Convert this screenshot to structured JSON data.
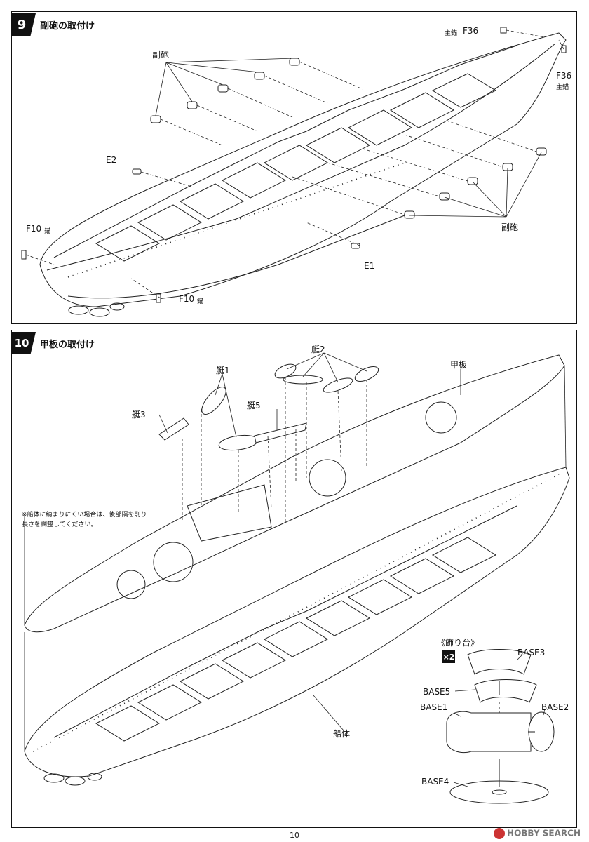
{
  "step9": {
    "number": "9",
    "title": "副砲の取付け",
    "labels": {
      "fukuhou_top": "副砲",
      "fukuhou_bottom": "副砲",
      "e2": "E2",
      "e1": "E1",
      "f10_left": "F10",
      "f10_left_note": "錨",
      "f10_bottom": "F10",
      "f10_bottom_note": "錨",
      "f36_top": "F36",
      "f36_top_note": "主錨",
      "f36_right": "F36",
      "f36_right_note": "主錨"
    }
  },
  "step10": {
    "number": "10",
    "title": "甲板の取付け",
    "labels": {
      "boat2": "艇2",
      "boat1": "艇1",
      "boat5": "艇5",
      "boat3": "艇3",
      "deck": "甲板",
      "hull": "船体",
      "note": "※船体に納まりにくい場合は、後部隔を削り長さを調整してください。"
    },
    "stand": {
      "title": "《飾り台》",
      "multiplier": "×2",
      "base1": "BASE1",
      "base2": "BASE2",
      "base3": "BASE3",
      "base4": "BASE4",
      "base5": "BASE5"
    }
  },
  "footer": {
    "page_number": "10",
    "watermark": "HOBBY SEARCH"
  }
}
